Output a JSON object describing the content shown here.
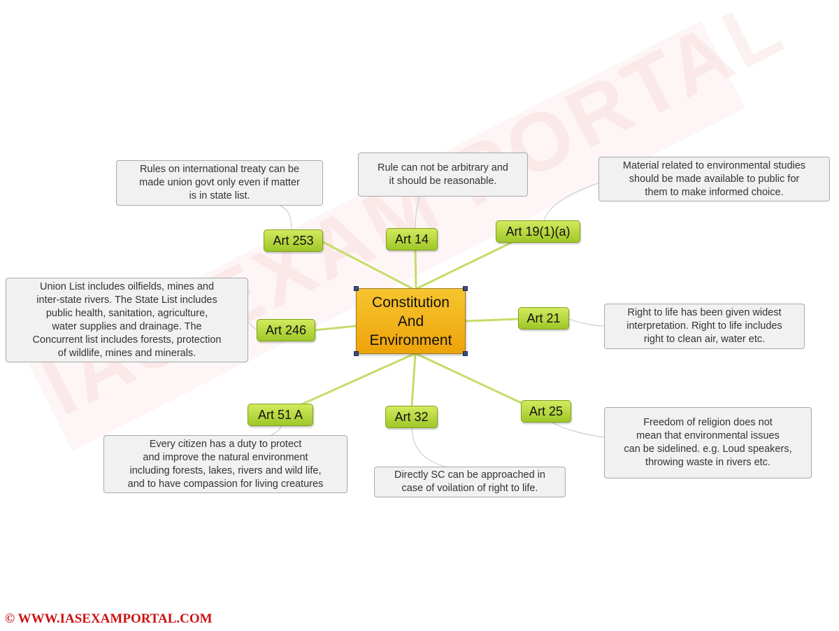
{
  "center": {
    "lines": [
      "Constitution",
      "And",
      "Environment"
    ]
  },
  "articles": [
    {
      "id": "art253",
      "label": "Art 253",
      "note": [
        "Rules on international treaty can be",
        "made union govt only even if matter",
        "is in state list."
      ]
    },
    {
      "id": "art14",
      "label": "Art 14",
      "note": [
        "Rule can not be arbitrary and",
        "it should be reasonable."
      ]
    },
    {
      "id": "art19",
      "label": "Art 19(1)(a)",
      "note": [
        "Material related to environmental studies",
        "should be made available to public for",
        "them to make informed choice."
      ]
    },
    {
      "id": "art246",
      "label": "Art 246",
      "note": [
        "Union List includes oilfields, mines and",
        "inter-state rivers. The State List includes",
        "public health, sanitation, agriculture,",
        "water supplies and drainage. The",
        "Concurrent list includes forests, protection",
        "of wildlife, mines and minerals."
      ]
    },
    {
      "id": "art21",
      "label": "Art 21",
      "note": [
        "Right to life has been given widest",
        "interpretation. Right to life includes",
        "right to clean air, water etc."
      ]
    },
    {
      "id": "art51a",
      "label": "Art 51 A",
      "note": [
        "Every citizen has a duty to protect",
        "and improve the natural environment",
        "including forests, lakes, rivers and wild life,",
        "and to have compassion for living creatures"
      ]
    },
    {
      "id": "art32",
      "label": "Art 32",
      "note": [
        "Directly SC can be approached in",
        "case of voilation of right to life."
      ]
    },
    {
      "id": "art25",
      "label": "Art 25",
      "note": [
        "Freedom of religion does not",
        "mean that environmental issues",
        "can be sidelined. e.g. Loud speakers,",
        "throwing waste in rivers etc."
      ]
    }
  ],
  "watermark": "IAS EXAM PORTAL",
  "footer": {
    "copyright": "© WWW.IASEXAMPORTAL.COM"
  },
  "colors": {
    "center_fill": "#f0a914",
    "article_fill": "#b5d83a",
    "connector": "#c4dd6a",
    "note_fill": "#f1f1f1",
    "copyright": "#cc1111"
  }
}
